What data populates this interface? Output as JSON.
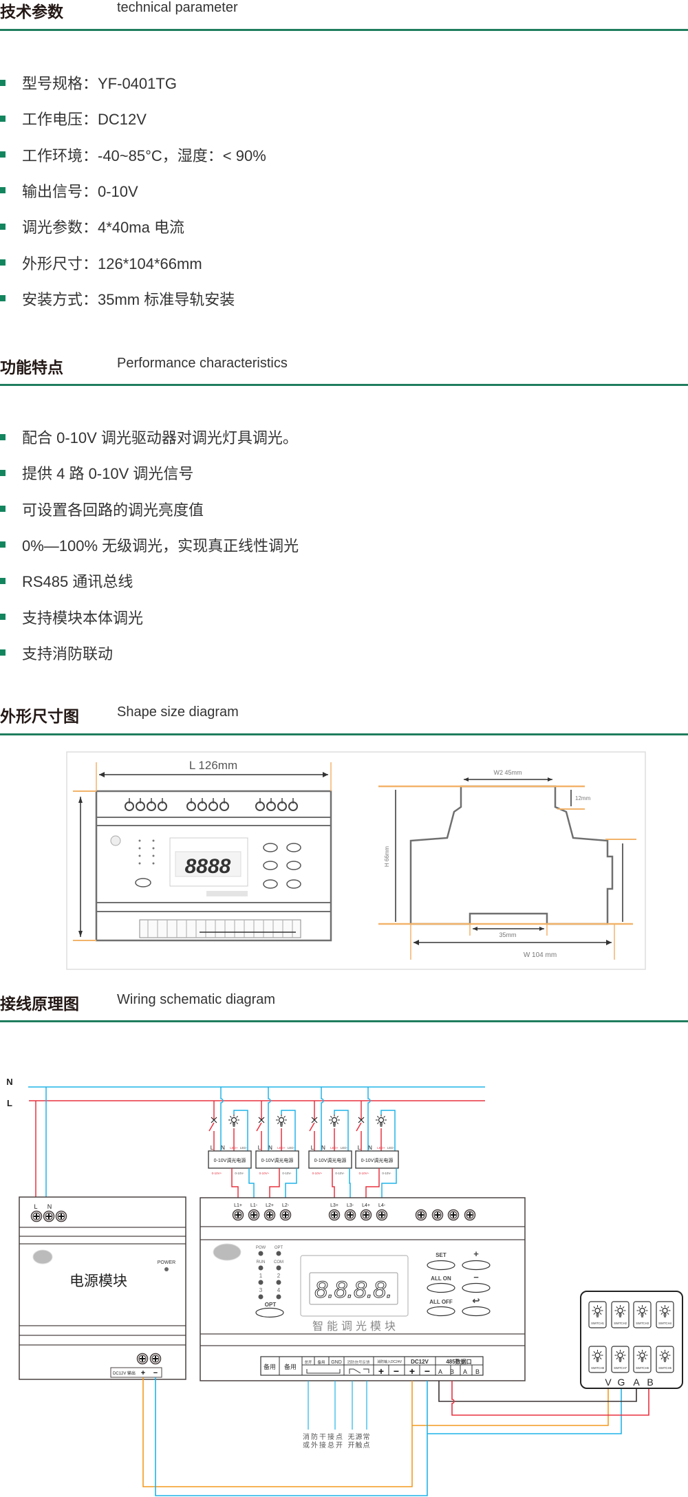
{
  "sections": [
    {
      "title_cn": "技术参数",
      "title_en": "technical parameter",
      "items": [
        "型号规格：YF-0401TG",
        "工作电压：DC12V",
        "工作环境：-40~85°C，湿度：< 90%",
        "输出信号：0-10V",
        "调光参数：4*40ma 电流",
        "外形尺寸：126*104*66mm",
        "安装方式：35mm 标准导轨安装"
      ]
    },
    {
      "title_cn": "功能特点",
      "title_en": "Performance  characteristics",
      "items": [
        "配合 0-10V 调光驱动器对调光灯具调光。",
        "提供 4 路 0-10V 调光信号",
        "可设置各回路的调光亮度值",
        "0%—100% 无级调光，实现真正线性调光",
        "RS485 通讯总线",
        "支持模块本体调光",
        "支持消防联动"
      ]
    },
    {
      "title_cn": "外形尺寸图",
      "title_en": "Shape size diagram"
    },
    {
      "title_cn": "接线原理图",
      "title_en": "Wiring schematic diagram"
    }
  ],
  "colors": {
    "accent": "#1f7d5e",
    "live": "#e8303f",
    "neutral": "#1fb3e8",
    "dc_plus": "#f39a1e",
    "bus_a": "#3a3030",
    "dim_orange": "#f2b36a"
  },
  "shape_diagram": {
    "length_label": "L   126mm",
    "display": "8888",
    "w2_label": "W2 45mm",
    "step_label": "12mm",
    "height_label": "H 66mm",
    "rail_label": "35mm",
    "width_label": "W   104 mm"
  },
  "wiring": {
    "bus": {
      "n": "N",
      "l": "L"
    },
    "driver": {
      "title": "0-10V调光电源",
      "l": "L",
      "n": "N",
      "led_plus": "LED+",
      "led_minus": "LED-",
      "out_plus": "0-10V+",
      "out_minus": "0-10V-"
    },
    "power_module": {
      "l": "L",
      "n": "N",
      "power_label": "POWER",
      "name": "电源模块",
      "output_label": "DC12V 输出",
      "plus": "+",
      "minus": "−"
    },
    "dimmer": {
      "terminals": [
        "L1+",
        "L1-",
        "L2+",
        "L2-",
        "L3+",
        "L3-",
        "L4+",
        "L4-"
      ],
      "leds": [
        "POW",
        "OPT",
        "RUN",
        "COM",
        "1",
        "2",
        "3",
        "4"
      ],
      "opt_button": "OPT",
      "display": "8.8.8.8.",
      "buttons": [
        "SET",
        "+",
        "ALL ON",
        "−",
        "ALL OFF",
        "↩"
      ],
      "name": "智能调光模块",
      "strip": {
        "spare": "备用",
        "sub": [
          "总开",
          "备用",
          "GND"
        ],
        "fire_feedback": "消防信号反馈",
        "fire_input": "消防输入DC24V",
        "dc12v": "DC12V",
        "rs485": "485数据口",
        "plus": "+",
        "minus": "−",
        "ab": [
          "A",
          "B",
          "A",
          "B"
        ]
      }
    },
    "notes": {
      "col1_row1": "消防干接点",
      "col1_row2": "或外接总开",
      "col2_row1": "无源常",
      "col2_row2": "开触点"
    },
    "keypad": {
      "switches": [
        "SWITCH1",
        "SWITCH2",
        "SWITCH3",
        "SWITCH4",
        "SWITCH8",
        "SWITCH7",
        "SWITCH6",
        "SWITCH5"
      ],
      "pins": [
        "V",
        "G",
        "A",
        "B"
      ]
    }
  }
}
